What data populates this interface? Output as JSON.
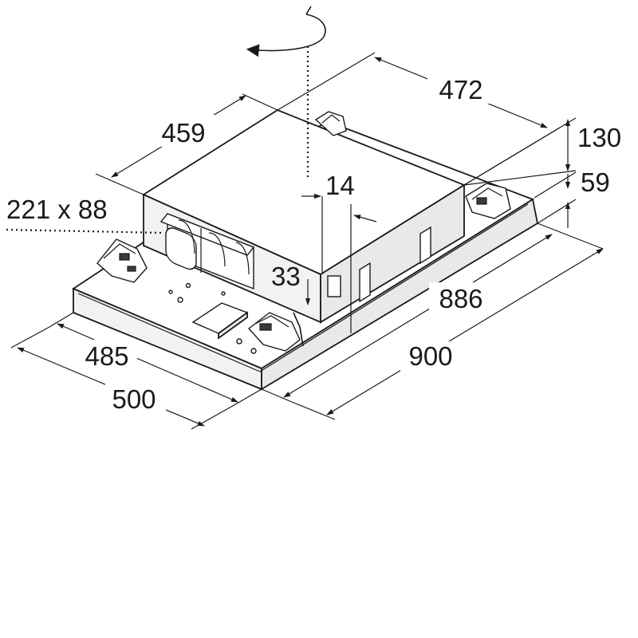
{
  "dimensions": {
    "d_472": "472",
    "d_459": "459",
    "d_130": "130",
    "d_59": "59",
    "d_14": "14",
    "d_221x88": "221 x 88",
    "d_33": "33",
    "d_886": "886",
    "d_900": "900",
    "d_485": "485",
    "d_500": "500"
  }
}
